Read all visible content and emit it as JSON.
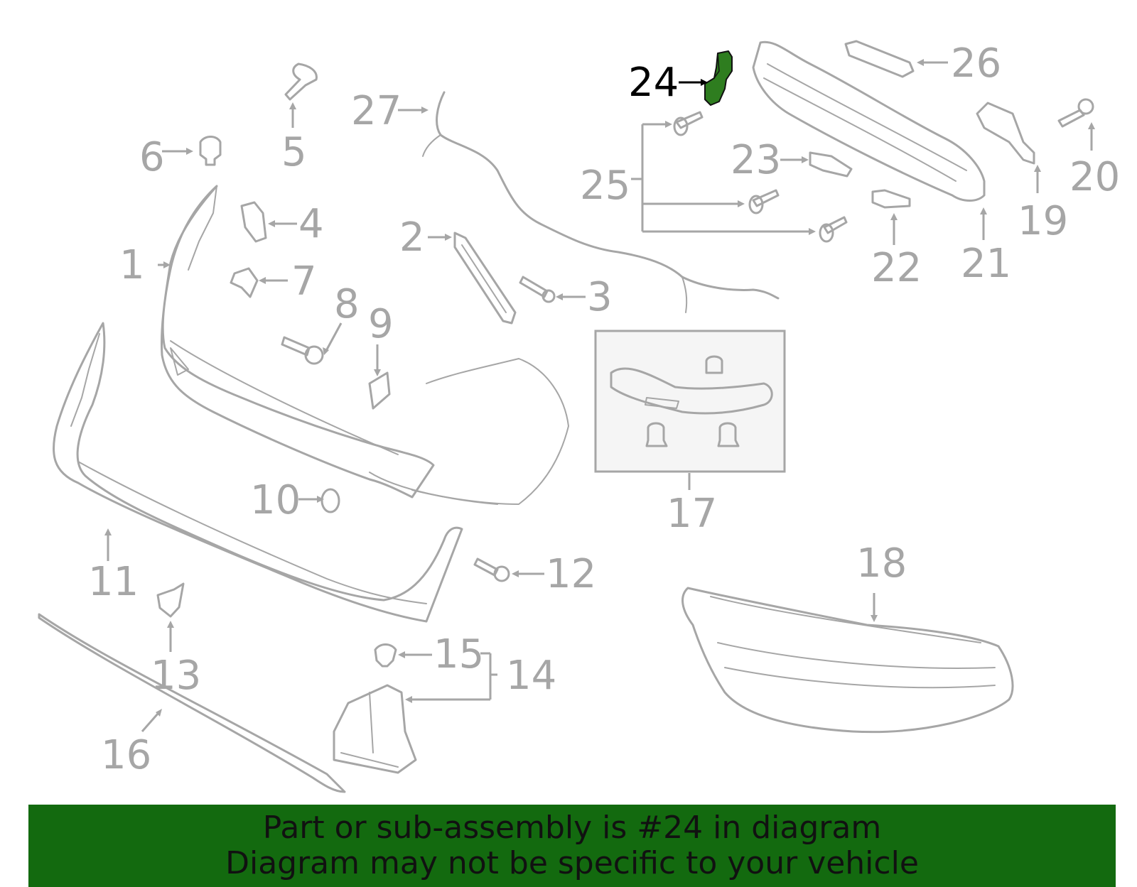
{
  "diagram": {
    "callouts": [
      {
        "label": "1",
        "highlighted": false
      },
      {
        "label": "2",
        "highlighted": false
      },
      {
        "label": "3",
        "highlighted": false
      },
      {
        "label": "4",
        "highlighted": false
      },
      {
        "label": "5",
        "highlighted": false
      },
      {
        "label": "6",
        "highlighted": false
      },
      {
        "label": "7",
        "highlighted": false
      },
      {
        "label": "8",
        "highlighted": false
      },
      {
        "label": "9",
        "highlighted": false
      },
      {
        "label": "10",
        "highlighted": false
      },
      {
        "label": "11",
        "highlighted": false
      },
      {
        "label": "12",
        "highlighted": false
      },
      {
        "label": "13",
        "highlighted": false
      },
      {
        "label": "14",
        "highlighted": false
      },
      {
        "label": "15",
        "highlighted": false
      },
      {
        "label": "16",
        "highlighted": false
      },
      {
        "label": "17",
        "highlighted": false
      },
      {
        "label": "18",
        "highlighted": false
      },
      {
        "label": "19",
        "highlighted": false
      },
      {
        "label": "20",
        "highlighted": false
      },
      {
        "label": "21",
        "highlighted": false
      },
      {
        "label": "22",
        "highlighted": false
      },
      {
        "label": "23",
        "highlighted": false
      },
      {
        "label": "24",
        "highlighted": true
      },
      {
        "label": "25",
        "highlighted": false
      },
      {
        "label": "26",
        "highlighted": false
      },
      {
        "label": "27",
        "highlighted": false
      }
    ],
    "highlight_color": "#2e7d1f",
    "part_line_color": "#a6a6a6"
  },
  "banner": {
    "line1": "Part or sub-assembly is #24 in diagram",
    "line2": "Diagram may not be specific to your vehicle",
    "background": "#136a0f"
  }
}
